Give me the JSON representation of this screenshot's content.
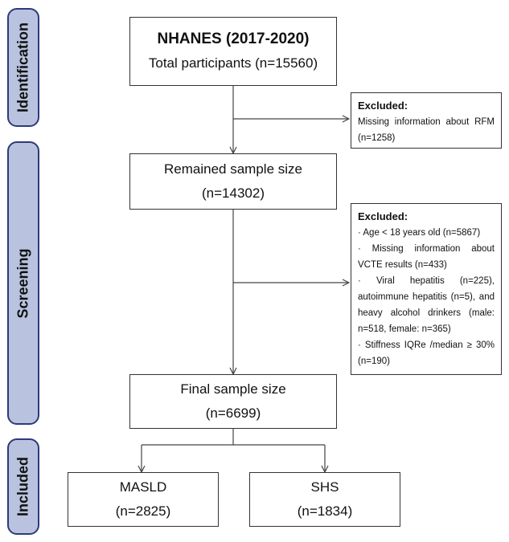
{
  "stages": {
    "identification": "Identification",
    "screening": "Screening",
    "included": "Included"
  },
  "boxes": {
    "nhanes": {
      "title": "NHANES (2017-2020)",
      "line": "Total participants (n=15560)"
    },
    "remained": {
      "line1": "Remained sample size",
      "line2": "(n=14302)"
    },
    "final": {
      "line1": "Final sample size",
      "line2": "(n=6699)"
    },
    "masld": {
      "line1": "MASLD",
      "line2": "(n=2825)"
    },
    "shs": {
      "line1": "SHS",
      "line2": "(n=1834)"
    }
  },
  "exclusion1": {
    "heading": "Excluded:",
    "items": [
      "Missing information about RFM (n=1258)"
    ]
  },
  "exclusion2": {
    "heading": "Excluded:",
    "items": [
      "· Age < 18 years old (n=5867)",
      "· Missing information about VCTE results (n=433)",
      "· Viral hepatitis (n=225), autoimmune hepatitis (n=5), and heavy alcohol drinkers (male: n=518, female: n=365)",
      "· Stiffness IQRe /median ≥ 30% (n=190)"
    ]
  },
  "colors": {
    "stage_fill": "#b9c3df",
    "stage_border": "#2e3a78",
    "line": "#444444"
  }
}
